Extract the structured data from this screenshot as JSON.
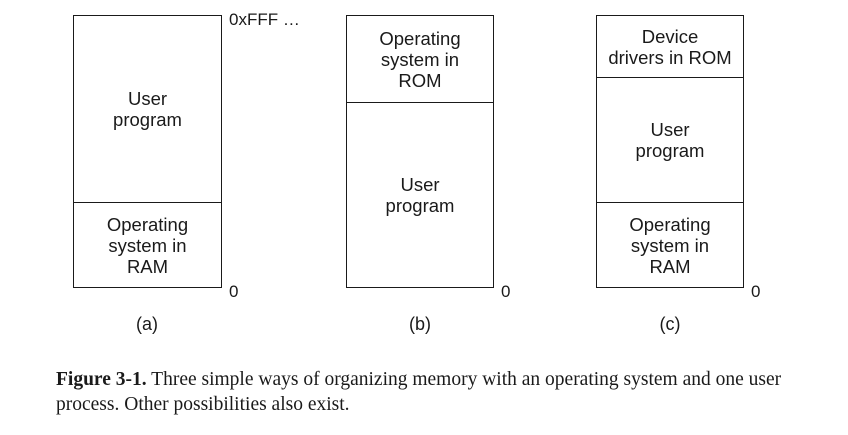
{
  "panels": [
    {
      "id": "a",
      "segments": [
        {
          "label": "User\nprogram"
        },
        {
          "label": "Operating\nsystem in\nRAM"
        }
      ],
      "top_address": "0xFFF …",
      "bottom_address": "0",
      "caption": "(a)"
    },
    {
      "id": "b",
      "segments": [
        {
          "label": "Operating\nsystem in\nROM"
        },
        {
          "label": "User\nprogram"
        }
      ],
      "bottom_address": "0",
      "caption": "(b)"
    },
    {
      "id": "c",
      "segments": [
        {
          "label": "Device\ndrivers in ROM"
        },
        {
          "label": "User\nprogram"
        },
        {
          "label": "Operating\nsystem in\nRAM"
        }
      ],
      "bottom_address": "0",
      "caption": "(c)"
    }
  ],
  "figure_caption": {
    "label": "Figure 3-1.",
    "text": " Three simple ways of organizing memory with an operating system and one user process. Other possibilities also exist."
  }
}
